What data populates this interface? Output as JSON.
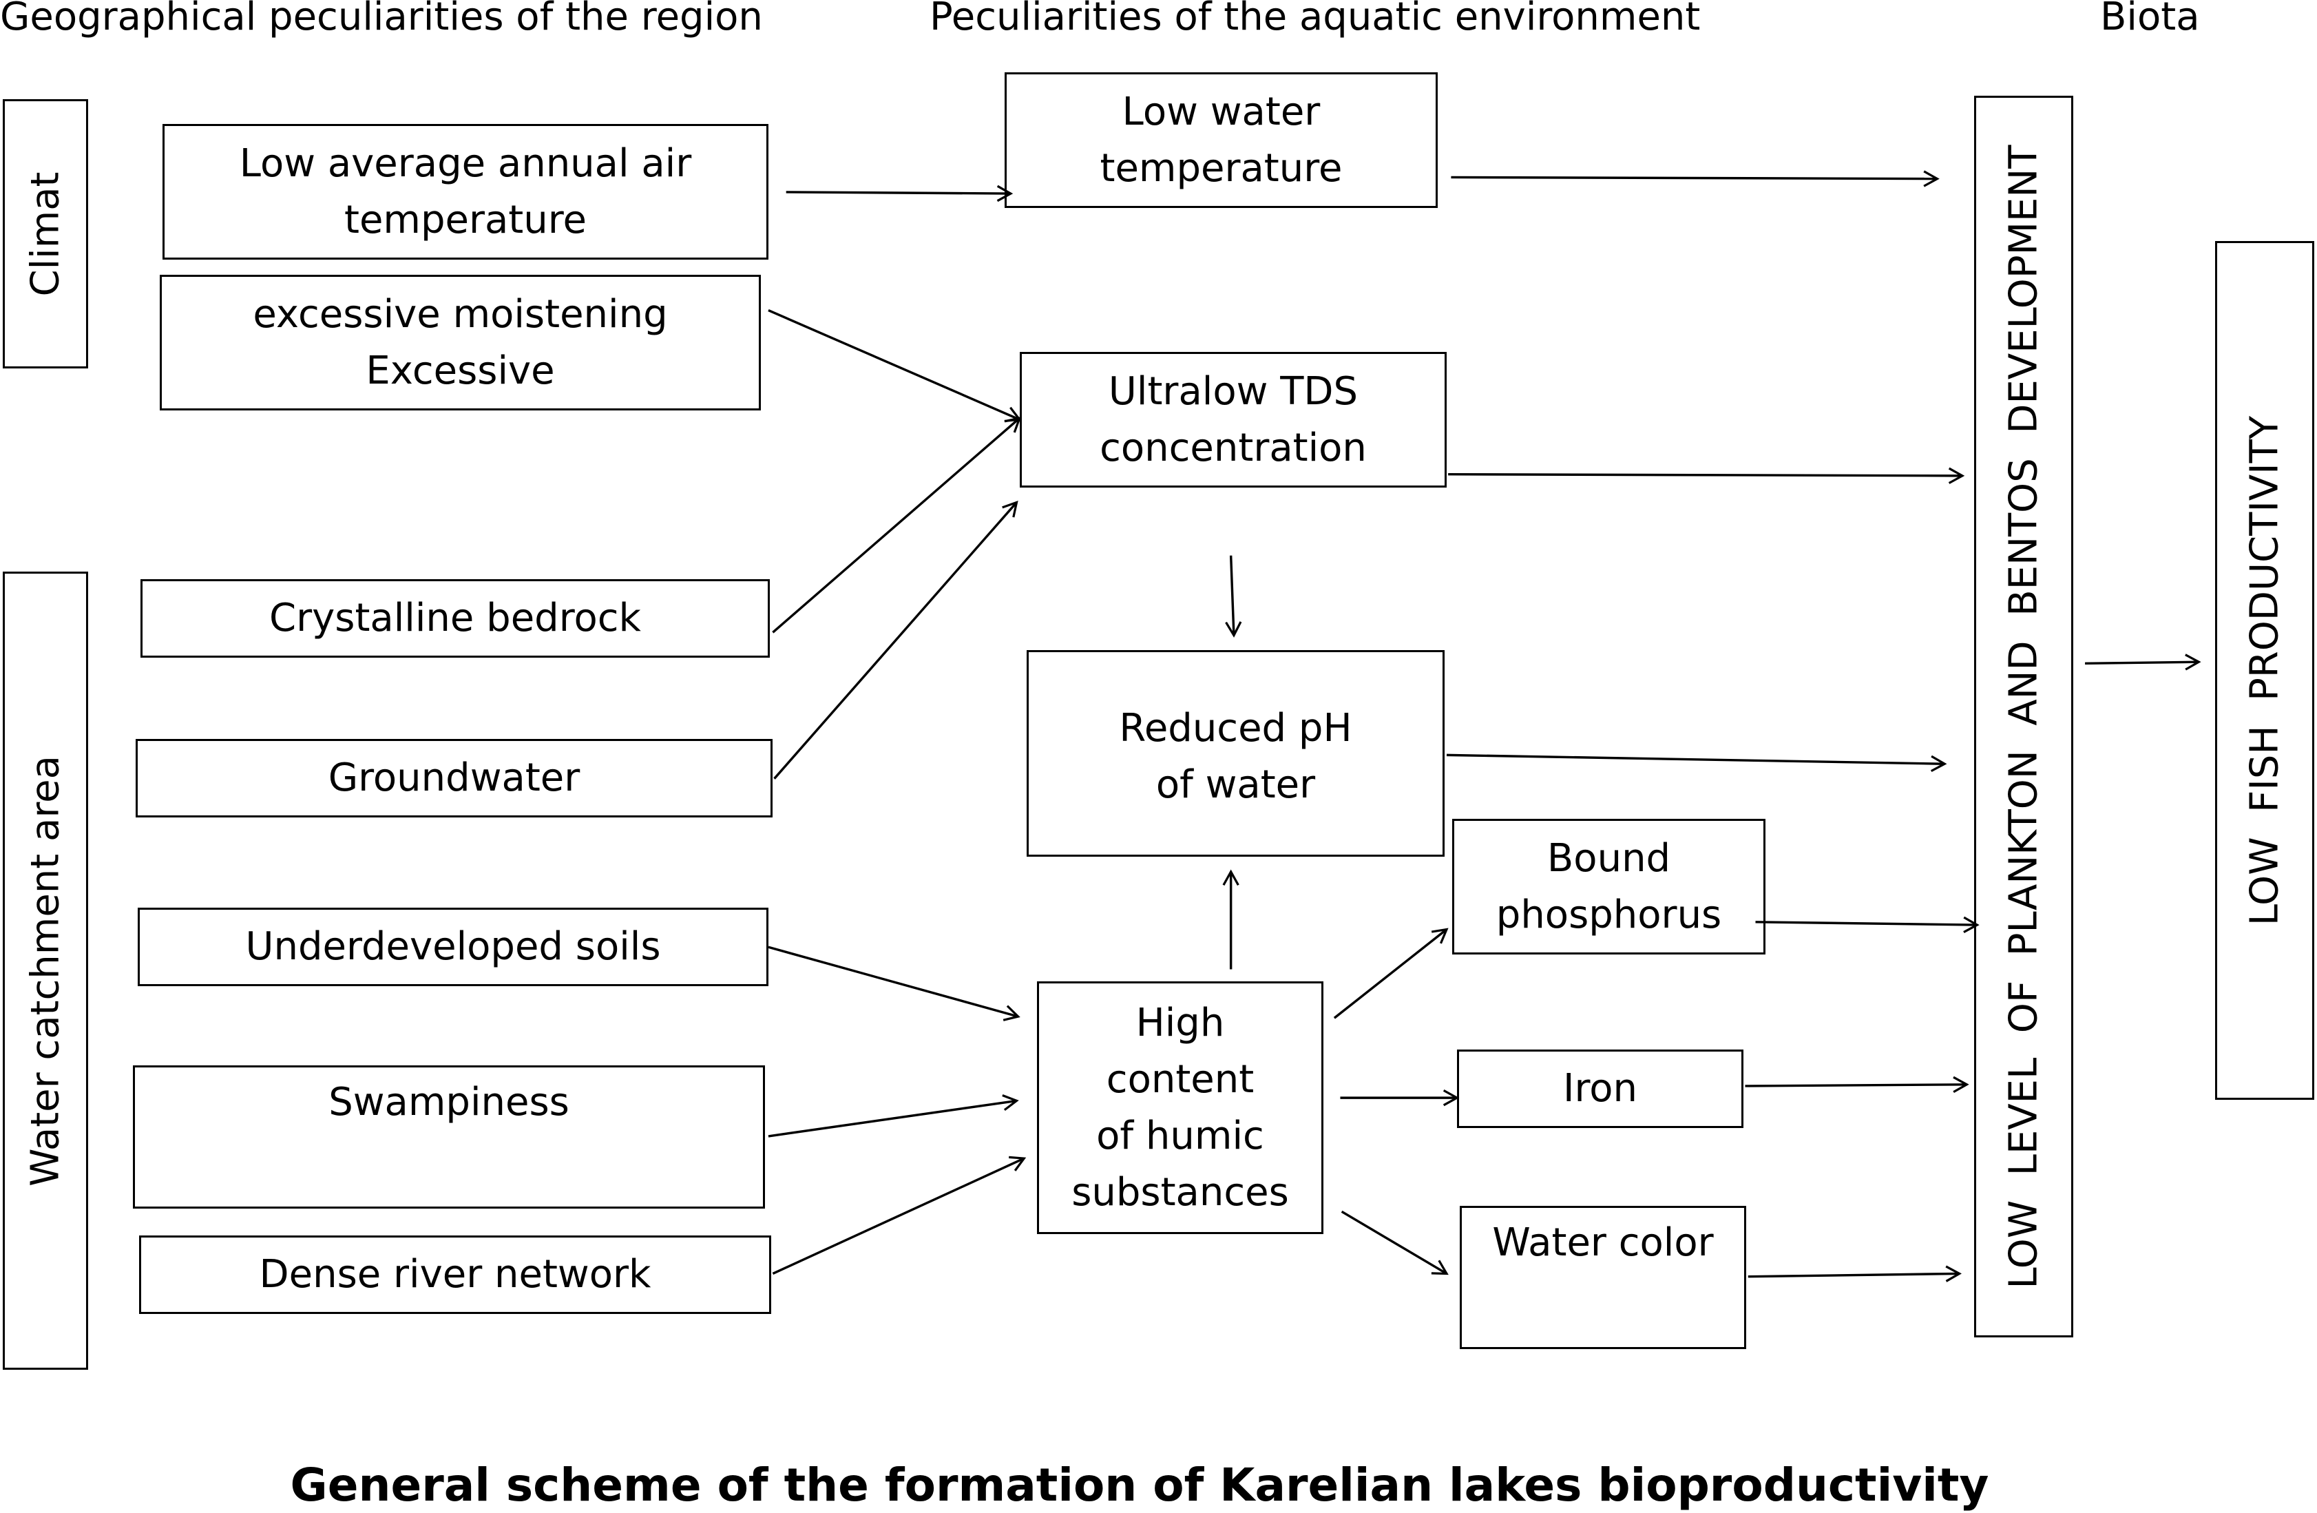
{
  "headers": {
    "region": "Geographical peculiarities of the region",
    "aquatic": "Peculiarities of the aquatic environment",
    "biota": "Biota"
  },
  "groups": {
    "climat": "Climat",
    "catchment": "Water catchment area"
  },
  "region_boxes": {
    "air_temp": "Low average annual air\ntemperature",
    "moistening": "excessive moistening\nExcessive",
    "bedrock": "Crystalline bedrock",
    "groundwater": "Groundwater",
    "soils": "Underdeveloped soils",
    "swampiness": "Swampiness",
    "river": "Dense river network"
  },
  "aquatic_boxes": {
    "water_temp": "Low water\ntemperature",
    "tds": "Ultralow TDS\nconcentration",
    "ph": "Reduced pH\nof water",
    "humic": "High\ncontent\nof humic\nsubstances",
    "phosphorus": "Bound\nphosphorus",
    "iron": "Iron",
    "color": "Water color"
  },
  "biota_boxes": {
    "plankton": "LOW  LEVEL  OF  PLANKTON  AND  BENTOS  DEVELOPMENT",
    "fish": "LOW  FISH  PRODUCTIVITY"
  },
  "title": "General scheme of the formation of Karelian lakes  bioproductivity"
}
